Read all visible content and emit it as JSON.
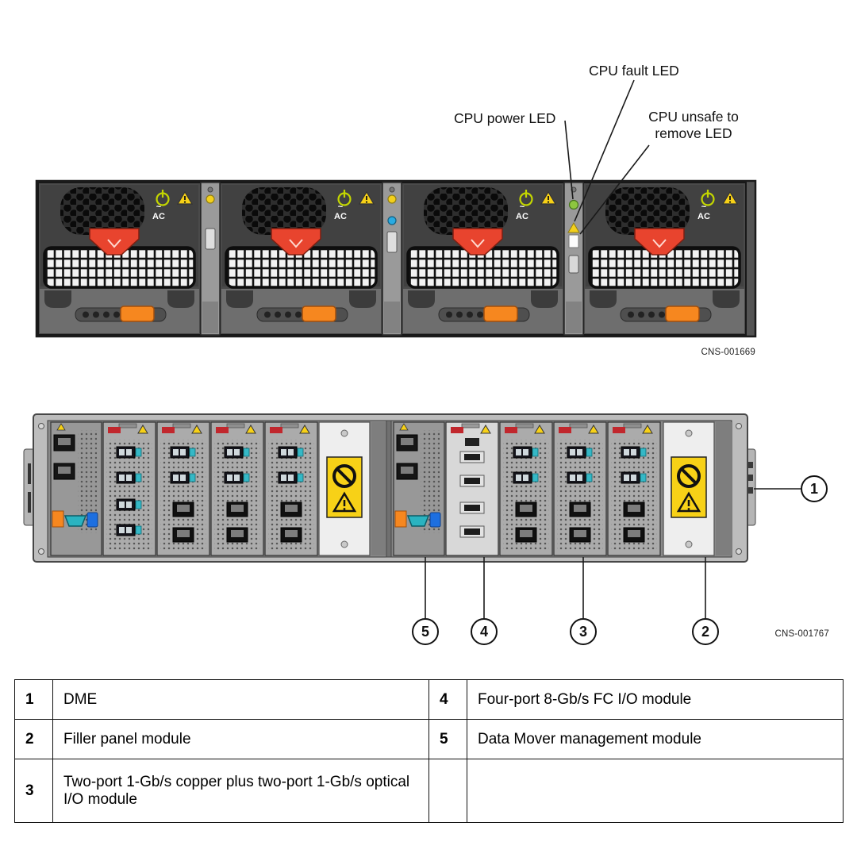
{
  "figure1": {
    "label_cpu_power": "CPU power LED",
    "label_cpu_fault": "CPU fault LED",
    "label_cpu_unsafe_1": "CPU unsafe to",
    "label_cpu_unsafe_2": "remove LED",
    "ac_tilde": "~",
    "ac_label": "AC",
    "figure_id": "CNS-001669"
  },
  "figure2": {
    "figure_id": "CNS-001767",
    "callout_1": "1",
    "callout_2": "2",
    "callout_3": "3",
    "callout_4": "4",
    "callout_5": "5"
  },
  "legend_table": {
    "rows": [
      {
        "num_left": "1",
        "desc_left": "DME",
        "num_right": "4",
        "desc_right": "Four-port 8-Gb/s FC I/O module"
      },
      {
        "num_left": "2",
        "desc_left": "Filler panel module",
        "num_right": "5",
        "desc_right": "Data Mover management module"
      },
      {
        "num_left": "3",
        "desc_left": "Two-port 1-Gb/s copper plus two-port 1-Gb/s optical I/O module",
        "num_right": "",
        "desc_right": ""
      }
    ]
  },
  "colors": {
    "warning_yellow": "#f7d117",
    "alert_red": "#e8442e",
    "handle_orange": "#f6871f",
    "led_green": "#8dc63f",
    "led_blue": "#29abe2",
    "led_yellow": "#f3d01c",
    "port_teal": "#35b8c6"
  }
}
